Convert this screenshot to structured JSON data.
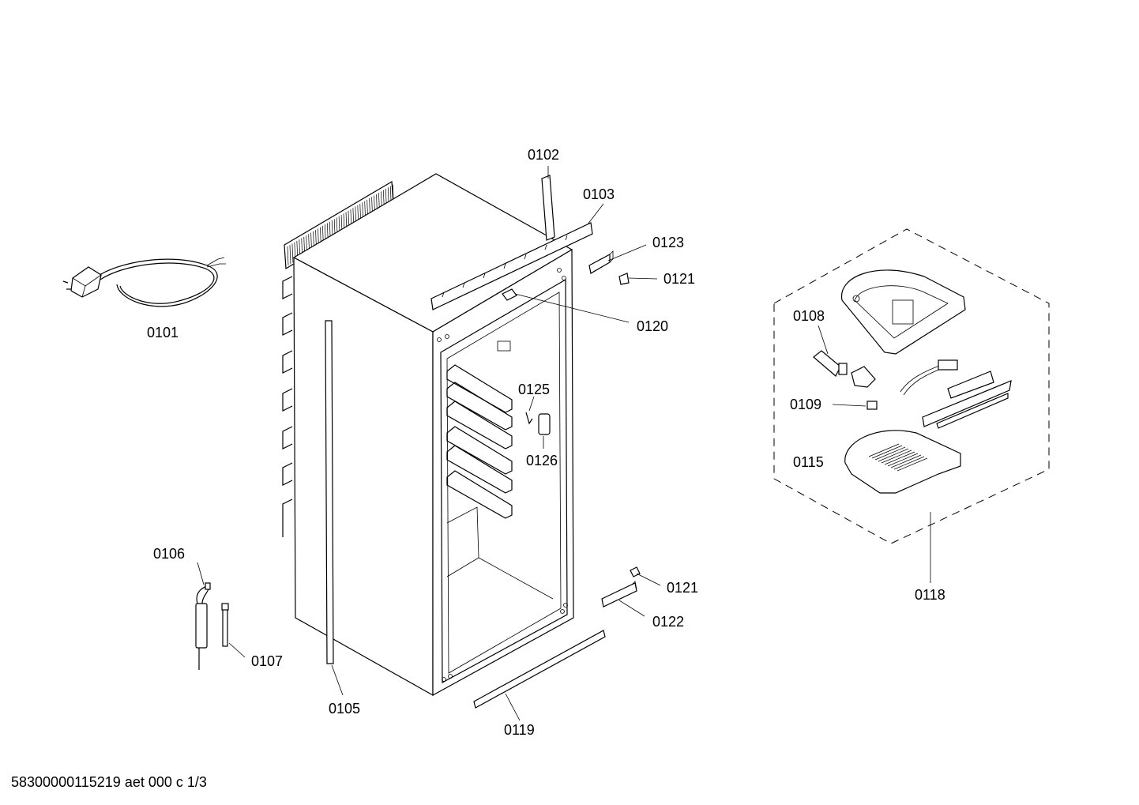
{
  "document_id": "58300000115219 aet 000 c 1/3",
  "parts": [
    {
      "key": "p0101",
      "number": "0101"
    },
    {
      "key": "p0102",
      "number": "0102"
    },
    {
      "key": "p0103",
      "number": "0103"
    },
    {
      "key": "p0123",
      "number": "0123"
    },
    {
      "key": "p0121a",
      "number": "0121"
    },
    {
      "key": "p0120",
      "number": "0120"
    },
    {
      "key": "p0125",
      "number": "0125"
    },
    {
      "key": "p0126",
      "number": "0126"
    },
    {
      "key": "p0106",
      "number": "0106"
    },
    {
      "key": "p0107",
      "number": "0107"
    },
    {
      "key": "p0105",
      "number": "0105"
    },
    {
      "key": "p0119",
      "number": "0119"
    },
    {
      "key": "p0121b",
      "number": "0121"
    },
    {
      "key": "p0122",
      "number": "0122"
    },
    {
      "key": "p0108",
      "number": "0108"
    },
    {
      "key": "p0109",
      "number": "0109"
    },
    {
      "key": "p0115",
      "number": "0115"
    },
    {
      "key": "p0118",
      "number": "0118"
    }
  ]
}
